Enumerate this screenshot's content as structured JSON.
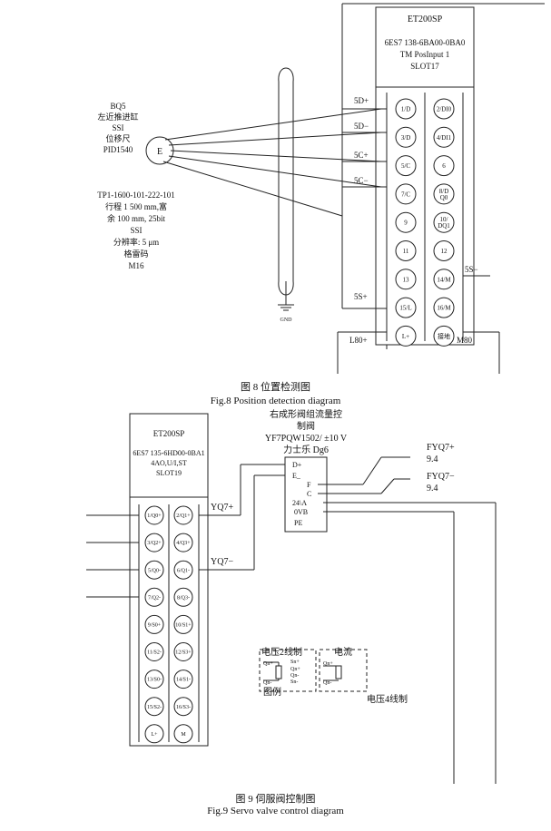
{
  "fig8": {
    "module": {
      "title": "ET200SP",
      "line1": "6ES7 138-6BA00-0BA0",
      "line2": "TM PosInput 1",
      "line3": "SLOT17"
    },
    "terminals_left": [
      "1/D",
      "3/D",
      "5/C",
      "7/C",
      "9",
      "11",
      "13",
      "15/L",
      "L+"
    ],
    "terminals_right": [
      "2/DI0",
      "4/DI1",
      "6",
      "8/D\nQ0",
      "10/\nDQ1",
      "12",
      "14/M",
      "16/M",
      "接地"
    ],
    "signal_labels": {
      "d_plus": "5D+",
      "d_minus": "5D−",
      "c_plus": "5C+",
      "c_minus": "5C−",
      "s_plus": "5S+",
      "s_minus": "5S−",
      "l80": "L80+",
      "m80": "M80"
    },
    "sensor": {
      "symbol": "E",
      "lines": [
        "BQ5",
        "左近推进缸",
        "SSI",
        "位移尺",
        "PID1540"
      ],
      "spec": [
        "TP1-1600-101-222-101",
        "行程 1 500 mm,富",
        "余 100 mm, 25bit",
        "SSI",
        "分辨率: 5 μm",
        "格雷码",
        "M16"
      ]
    },
    "gnd": "GND",
    "caption_cn": "图 8    位置检测图",
    "caption_en": "Fig.8 Position detection diagram"
  },
  "fig9": {
    "module": {
      "title": "ET200SP",
      "line1": "6ES7 135-6HD00-0BA1",
      "line2": "4AO,U/I,ST",
      "line3": "SLOT19"
    },
    "terminals_left": [
      "1/Q0+",
      "3/Q2+",
      "5/Q0-",
      "7/Q2-",
      "9/S0+",
      "11/S2-",
      "13/S0-",
      "15/S2-",
      "L+"
    ],
    "terminals_right": [
      "2/Q1+",
      "4/Q3+",
      "6/Q1-",
      "8/Q3-",
      "10/S1+",
      "12/S3+",
      "14/S1-",
      "16/S3-",
      "M"
    ],
    "valve": {
      "lines": [
        "右成形阀组流量控",
        "制阀",
        "YF7PQW1502/ ±10 V",
        "力士乐 Dg6"
      ],
      "pins_left": [
        "D+",
        "E_"
      ],
      "pins_right": [
        "F",
        "C",
        "24\\A",
        "0VB",
        "PE"
      ]
    },
    "yq_plus": "YQ7+",
    "yq_minus": "YQ7−",
    "fyq_plus": "FYQ7+",
    "fyq_plus_sub": "9.4",
    "fyq_minus": "FYQ7−",
    "fyq_minus_sub": "9.4",
    "legend": {
      "voltage2": "电压2线制",
      "current": "电流",
      "legend_label": "图例",
      "voltage4": "电压4线制",
      "qn_plus": "Qn+",
      "qn_minus": "Qn-",
      "sn_plus": "Sn+",
      "sn_minus": "Sn-"
    },
    "caption_cn": "图 9    伺服阀控制图",
    "caption_en": "Fig.9 Servo valve control diagram"
  }
}
